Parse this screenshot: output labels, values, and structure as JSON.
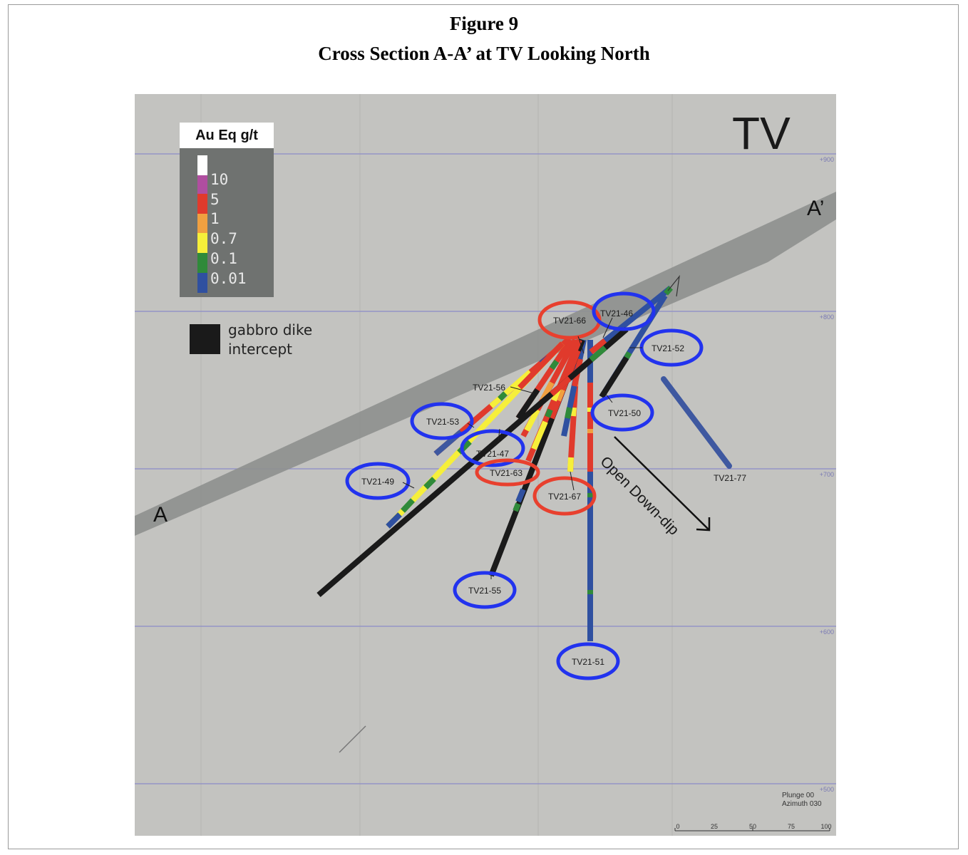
{
  "figure": {
    "number": "Figure 9",
    "title": "Cross Section A-A’ at TV Looking North"
  },
  "map": {
    "zone_label": "TV",
    "section_start": "A",
    "section_end": "A’",
    "elevations": [
      "+900",
      "+800",
      "+700",
      "+600",
      "+500"
    ],
    "annotation": "Open Down-dip",
    "plunge": "Plunge 00",
    "azimuth": "Azimuth 030",
    "scale_ticks": [
      "0",
      "25",
      "50",
      "75",
      "100"
    ]
  },
  "legend": {
    "title": "Au Eq g/t",
    "items": [
      {
        "label": "",
        "color": "#ffffff"
      },
      {
        "label": "10",
        "color": "#b04ea0"
      },
      {
        "label": "5",
        "color": "#e03a2c"
      },
      {
        "label": "1",
        "color": "#f0a040"
      },
      {
        "label": "0.7",
        "color": "#f6ef3a"
      },
      {
        "label": "0.1",
        "color": "#2f8a3a"
      },
      {
        "label": "0.01",
        "color": "#2f50a0"
      }
    ],
    "dike_label": "gabbro dike intercept",
    "dike_color": "#1a1a1a"
  },
  "holes": [
    {
      "id": "TV21-66",
      "ring": "red"
    },
    {
      "id": "TV21-46",
      "ring": "blue"
    },
    {
      "id": "TV21-52",
      "ring": "blue"
    },
    {
      "id": "TV21-56",
      "ring": "none"
    },
    {
      "id": "TV21-53",
      "ring": "blue"
    },
    {
      "id": "TV21-50",
      "ring": "blue"
    },
    {
      "id": "TV21-47",
      "ring": "blue"
    },
    {
      "id": "TV21-63",
      "ring": "red"
    },
    {
      "id": "TV21-49",
      "ring": "blue"
    },
    {
      "id": "TV21-67",
      "ring": "red"
    },
    {
      "id": "TV21-77",
      "ring": "none"
    },
    {
      "id": "TV21-55",
      "ring": "blue"
    },
    {
      "id": "TV21-51",
      "ring": "blue"
    }
  ]
}
